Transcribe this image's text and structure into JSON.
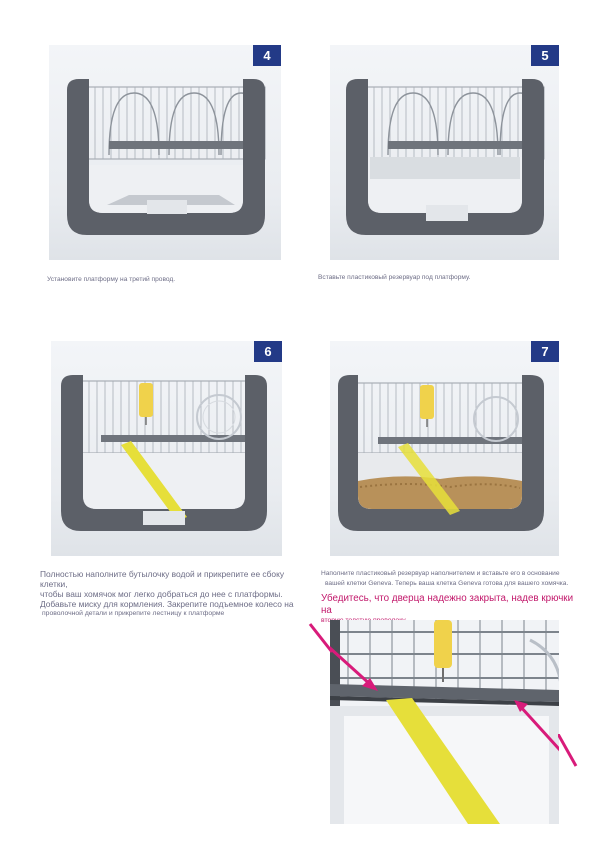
{
  "steps": [
    {
      "number": "4",
      "caption": "Установите платформу на третий провод."
    },
    {
      "number": "5",
      "caption": "Вставьте пластиковый резервуар под платформу."
    },
    {
      "number": "6",
      "caption_lines": [
        "Полностью наполните бутылочку водой и прикрепите ее сбоку клетки,",
        "чтобы ваш хомячок мог легко добраться до нее с платформы.",
        "Добавьте миску для кормления. Закрепите подъемное колесо на",
        "проволочной детали и прикрепите лестницу к платформе"
      ]
    },
    {
      "number": "7",
      "caption_lines": [
        "Наполните пластиковый резервуар наполнителем и вставьте его в основание",
        "вашей клетки Geneva. Теперь ваша клетка Geneva готова для вашего хомячка."
      ],
      "warning_lines": [
        "Убедитесь, что дверца надежно закрыта, надев крючки на",
        "вторую толстую проволоку."
      ]
    }
  ],
  "colors": {
    "badge": "#233a87",
    "caption": "#6d6d86",
    "warning": "#c2186b",
    "arrow": "#d81b7a",
    "frame": "#5c6068",
    "ladder": "#e6df3a"
  },
  "icons": {
    "arrow": "pink-arrow-icon"
  }
}
